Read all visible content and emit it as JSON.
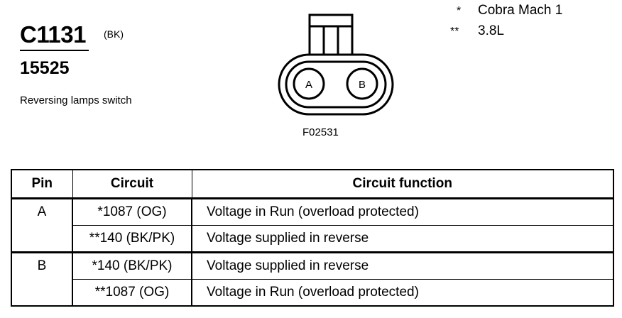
{
  "connector": {
    "id": "C1131",
    "color": "(BK)",
    "part_number": "15525",
    "description": "Reversing lamps switch"
  },
  "figure_code": "F02531",
  "terminals": [
    "A",
    "B"
  ],
  "notes": [
    {
      "mark": "*",
      "text": "Cobra Mach 1"
    },
    {
      "mark": "**",
      "text": "3.8L"
    }
  ],
  "table": {
    "headers": [
      "Pin",
      "Circuit",
      "Circuit function"
    ],
    "pins": [
      {
        "pin": "A",
        "rows": [
          {
            "circuit": "*1087 (OG)",
            "function": "Voltage in Run (overload protected)"
          },
          {
            "circuit": "**140 (BK/PK)",
            "function": "Voltage supplied in reverse"
          }
        ]
      },
      {
        "pin": "B",
        "rows": [
          {
            "circuit": "*140 (BK/PK)",
            "function": "Voltage supplied in reverse"
          },
          {
            "circuit": "**1087 (OG)",
            "function": "Voltage in Run (overload protected)"
          }
        ]
      }
    ]
  }
}
